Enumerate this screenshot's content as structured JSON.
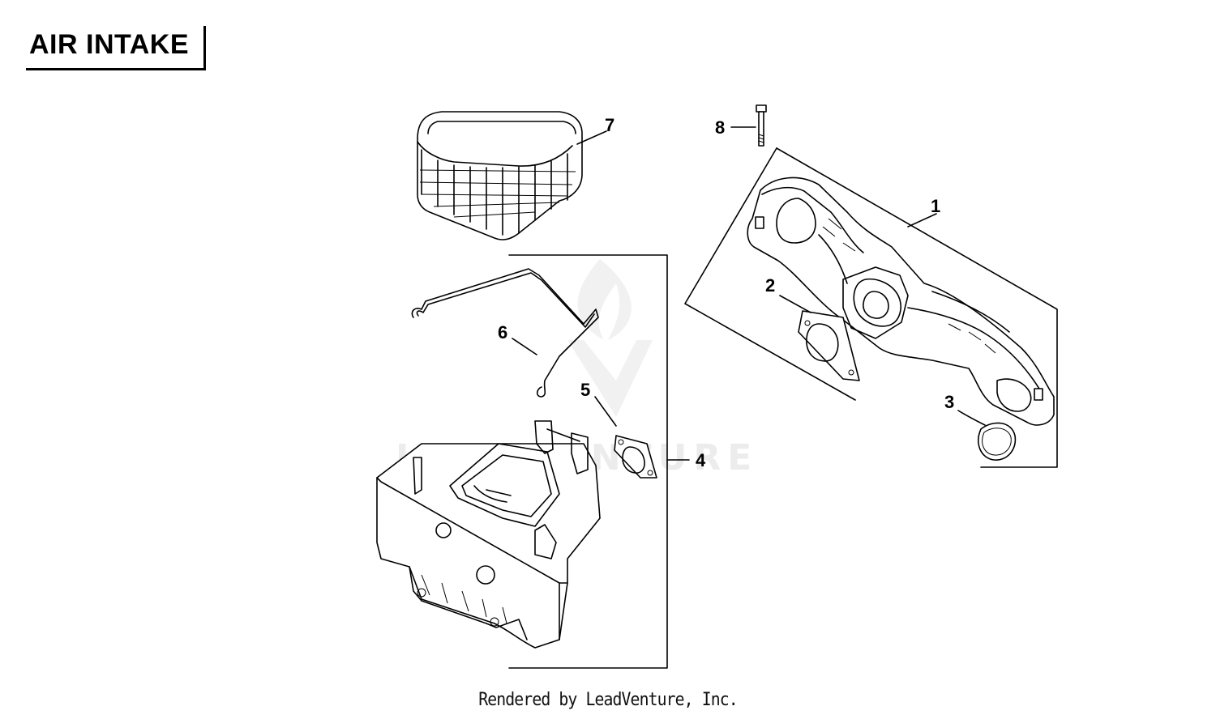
{
  "title": "AIR INTAKE",
  "callouts": {
    "c1": "1",
    "c2": "2",
    "c3": "3",
    "c4": "4",
    "c5": "5",
    "c6": "6",
    "c7": "7",
    "c8": "8"
  },
  "watermark": {
    "text": "LEADVENTURE",
    "color": "#ececec"
  },
  "footer": "Rendered by LeadVenture, Inc."
}
